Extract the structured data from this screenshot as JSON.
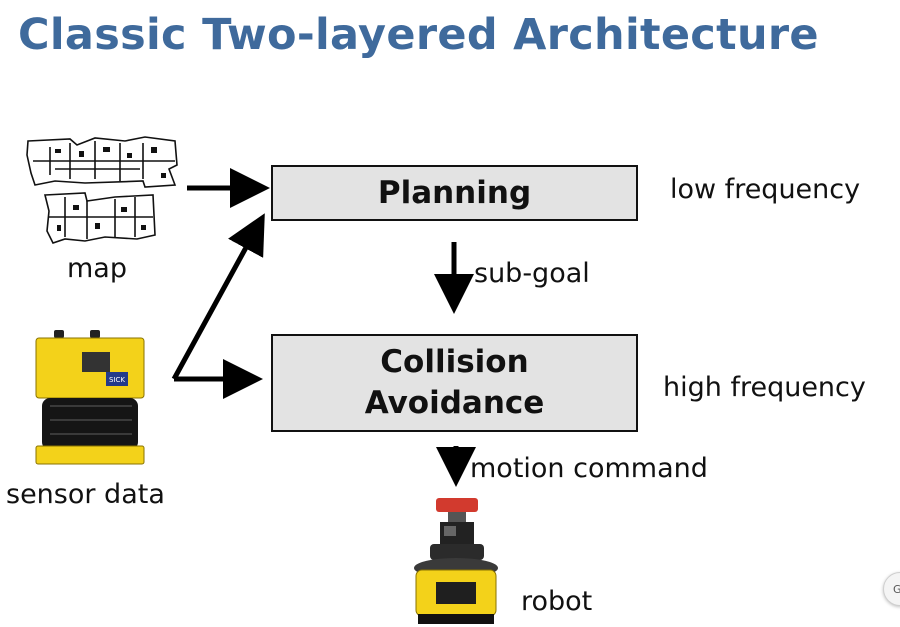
{
  "slide": {
    "title": "Classic Two-layered Architecture"
  },
  "diagram": {
    "planning_box": "Planning",
    "collision_box_line1": "Collision",
    "collision_box_line2": "Avoidance",
    "low_frequency": "low frequency",
    "high_frequency": "high frequency",
    "sub_goal": "sub-goal",
    "motion_command": "motion command",
    "map_label": "map",
    "sensor_label": "sensor data",
    "robot_label": "robot",
    "sensor_brand": "SICK"
  },
  "helper_button": {
    "label": "G"
  },
  "colors": {
    "title": "#3f6a9c",
    "box_fill": "#e3e3e3",
    "sensor_yellow": "#f3d21a",
    "robot_red": "#d23a2e"
  },
  "icons": [
    "map-icon",
    "laser-scanner-icon",
    "robot-icon"
  ]
}
